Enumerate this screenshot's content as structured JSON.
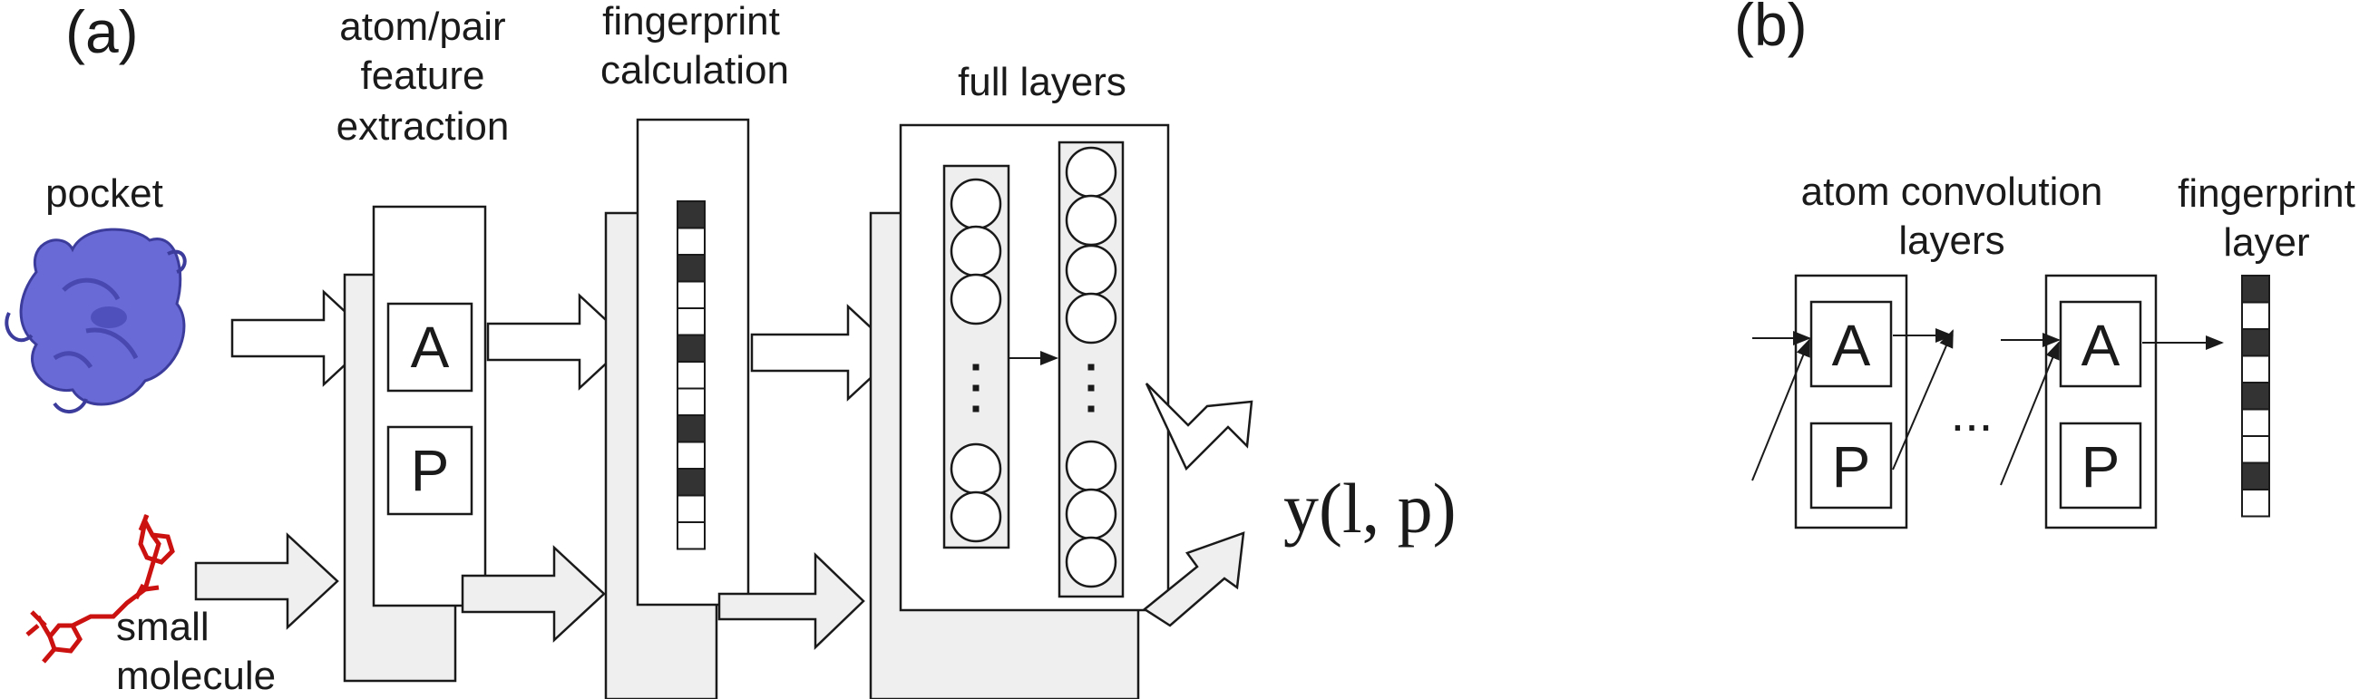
{
  "panel_a": {
    "label": "(a)",
    "input_pocket": "pocket",
    "input_molecule_line1": "small",
    "input_molecule_line2": "molecule",
    "stage1_line1": "atom/pair",
    "stage1_line2": "feature",
    "stage1_line3": "extraction",
    "stage2_line1": "fingerprint",
    "stage2_line2": "calculation",
    "stage3": "full layers",
    "atom_letter": "A",
    "pair_letter": "P",
    "output_label": "y(l, p)",
    "colors": {
      "protein_surface": "#6a6ad6",
      "ligand": "#cc1111",
      "fingerprint_dark": "#333333"
    },
    "fingerprint_pattern": [
      1,
      0,
      1,
      0,
      0,
      1,
      0,
      0,
      1,
      0,
      1,
      0,
      0
    ]
  },
  "panel_b": {
    "label": "(b)",
    "conv_line1": "atom convolution",
    "conv_line2": "layers",
    "fp_line1": "fingerprint",
    "fp_line2": "layer",
    "atom_letter": "A",
    "pair_letter": "P",
    "ellipsis": "...",
    "fingerprint_pattern": [
      1,
      0,
      1,
      0,
      1,
      0,
      0,
      1,
      0
    ]
  }
}
